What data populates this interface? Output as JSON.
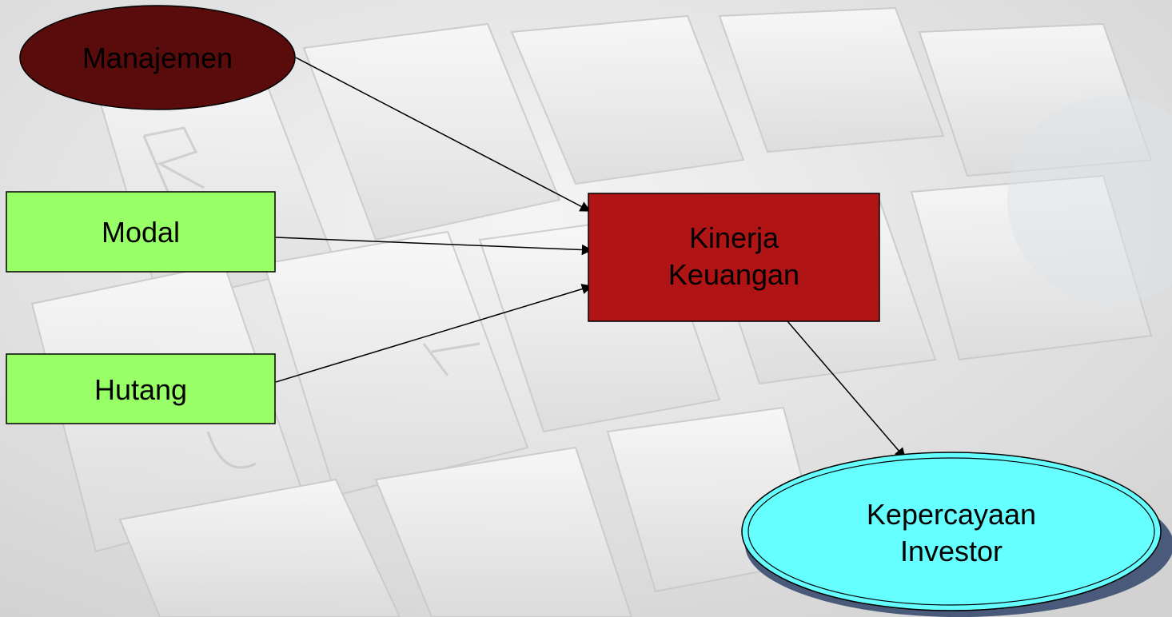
{
  "diagram": {
    "nodes": {
      "manajemen": {
        "label": "Manajemen",
        "shape": "ellipse",
        "fill": "#5a0b0b"
      },
      "modal": {
        "label": "Modal",
        "shape": "rectangle",
        "fill": "#99ff66"
      },
      "hutang": {
        "label": "Hutang",
        "shape": "rectangle",
        "fill": "#99ff66"
      },
      "kinerja": {
        "label_line1": "Kinerja",
        "label_line2": "Keuangan",
        "shape": "rectangle",
        "fill": "#b01414"
      },
      "kepercayaan": {
        "label_line1": "Kepercayaan",
        "label_line2": "Investor",
        "shape": "ellipse",
        "fill": "#66ffff"
      }
    },
    "edges": [
      {
        "from": "Manajemen",
        "to": "Kinerja Keuangan"
      },
      {
        "from": "Modal",
        "to": "Kinerja Keuangan"
      },
      {
        "from": "Hutang",
        "to": "Kinerja Keuangan"
      },
      {
        "from": "Kinerja Keuangan",
        "to": "Kepercayaan Investor"
      }
    ],
    "colors": {
      "background": "#e6e6e6",
      "edge": "#000000",
      "shadow": "#4a5a7a"
    }
  }
}
